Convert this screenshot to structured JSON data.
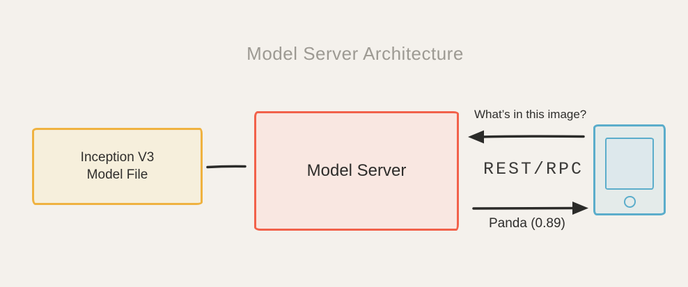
{
  "title": "Model Server Architecture",
  "nodes": {
    "model_file": {
      "label_line1": "Inception V3",
      "label_line2": "Model File"
    },
    "model_server": {
      "label": "Model Server"
    },
    "client_device": {
      "icon": "tablet-device-icon"
    }
  },
  "edges": {
    "request_label": "What’s in this image?",
    "protocol_label": "REST/RPC",
    "response_label": "Panda (0.89)"
  },
  "colors": {
    "background": "#f4f1ec",
    "title_text": "#9d9a93",
    "body_text": "#2e2d2b",
    "arrow": "#2b2b29",
    "model_file_border": "#efb240",
    "model_file_fill": "#f6efdc",
    "server_border": "#f2614a",
    "server_fill": "#f9e7e1",
    "device_border": "#5badcb",
    "device_fill": "#e4ebea",
    "device_screen_fill": "#dde8ec"
  }
}
